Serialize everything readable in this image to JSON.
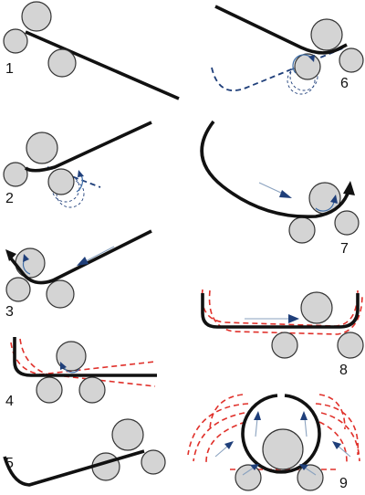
{
  "steps": [
    {
      "label": "1"
    },
    {
      "label": "2"
    },
    {
      "label": "3"
    },
    {
      "label": "4"
    },
    {
      "label": "5"
    },
    {
      "label": "6"
    },
    {
      "label": "7"
    },
    {
      "label": "8"
    },
    {
      "label": "9"
    }
  ],
  "colors": {
    "roller_fill": "#d4d4d4",
    "plate": "#111111",
    "previous_position": "#1f3f7a",
    "springback_trace": "#e0302a",
    "feed_arrow": "#8aa2bf"
  }
}
